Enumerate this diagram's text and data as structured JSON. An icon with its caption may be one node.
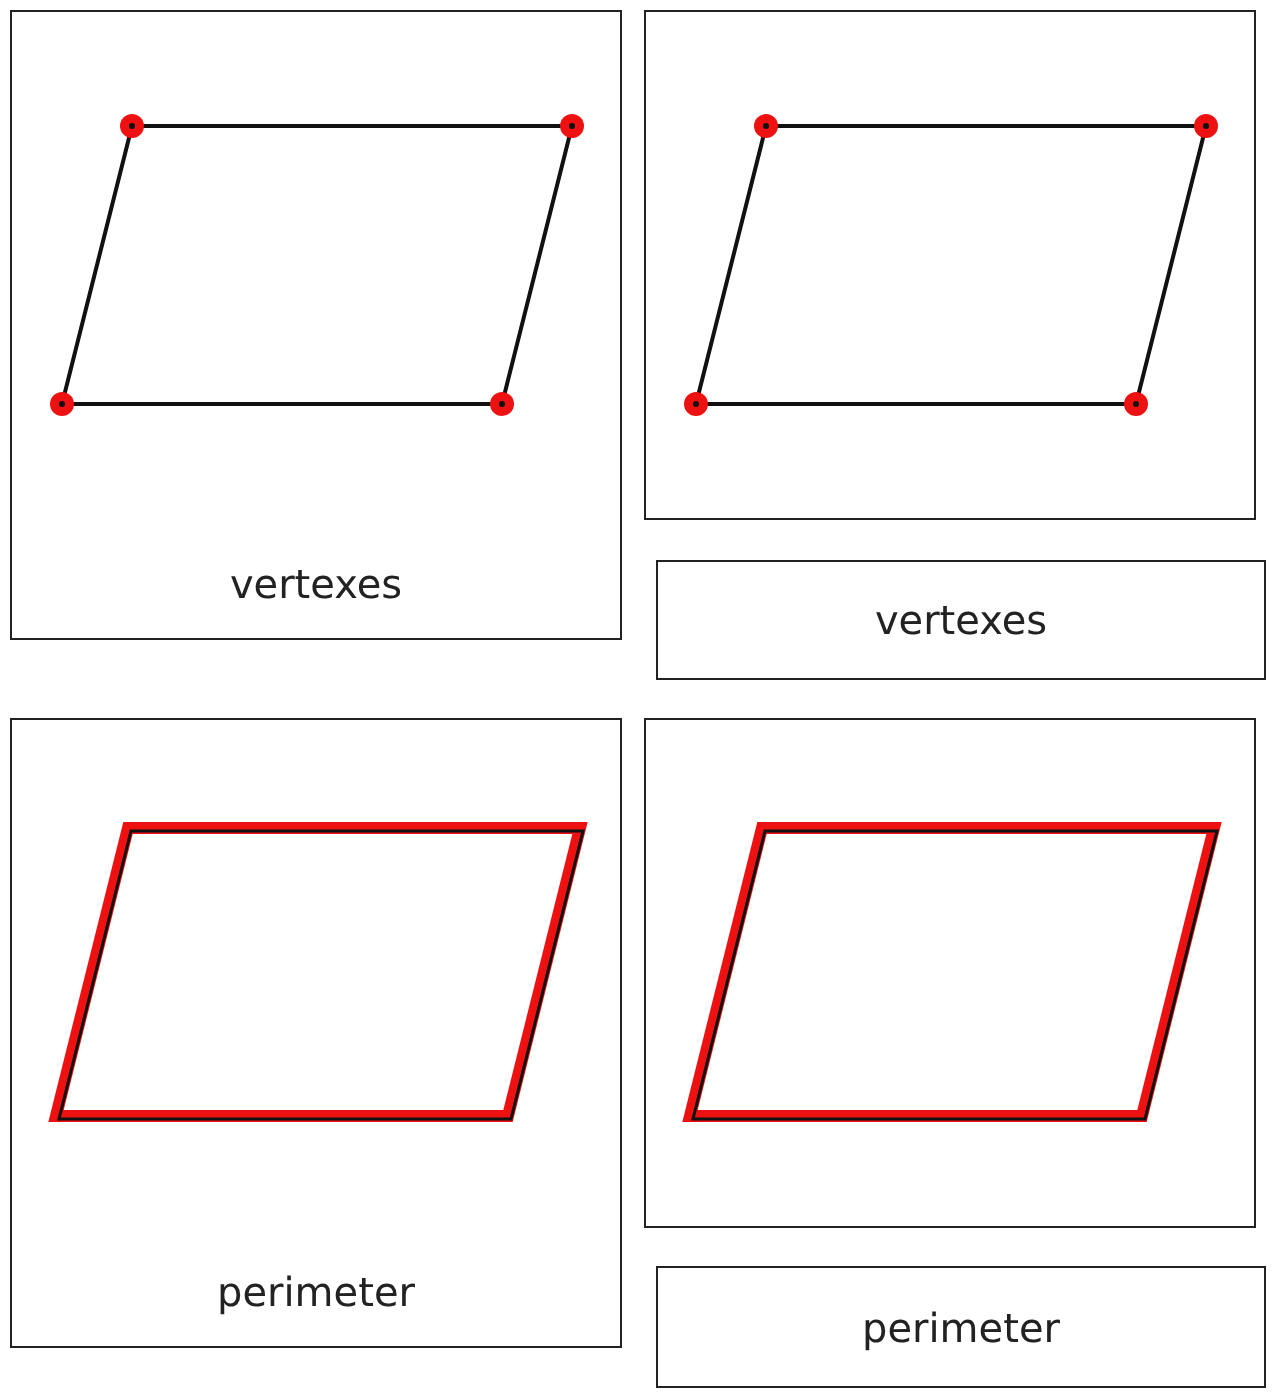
{
  "diagram": {
    "nodes": [
      {
        "text": [
          "vertexes"
        ]
      },
      {
        "text": [],
        "shape": "picture"
      },
      {
        "text": [
          "vertexes"
        ]
      },
      {
        "text": [
          "perimeter"
        ]
      },
      {
        "text": [],
        "shape": "picture"
      },
      {
        "text": [
          "perimeter"
        ]
      }
    ]
  }
}
